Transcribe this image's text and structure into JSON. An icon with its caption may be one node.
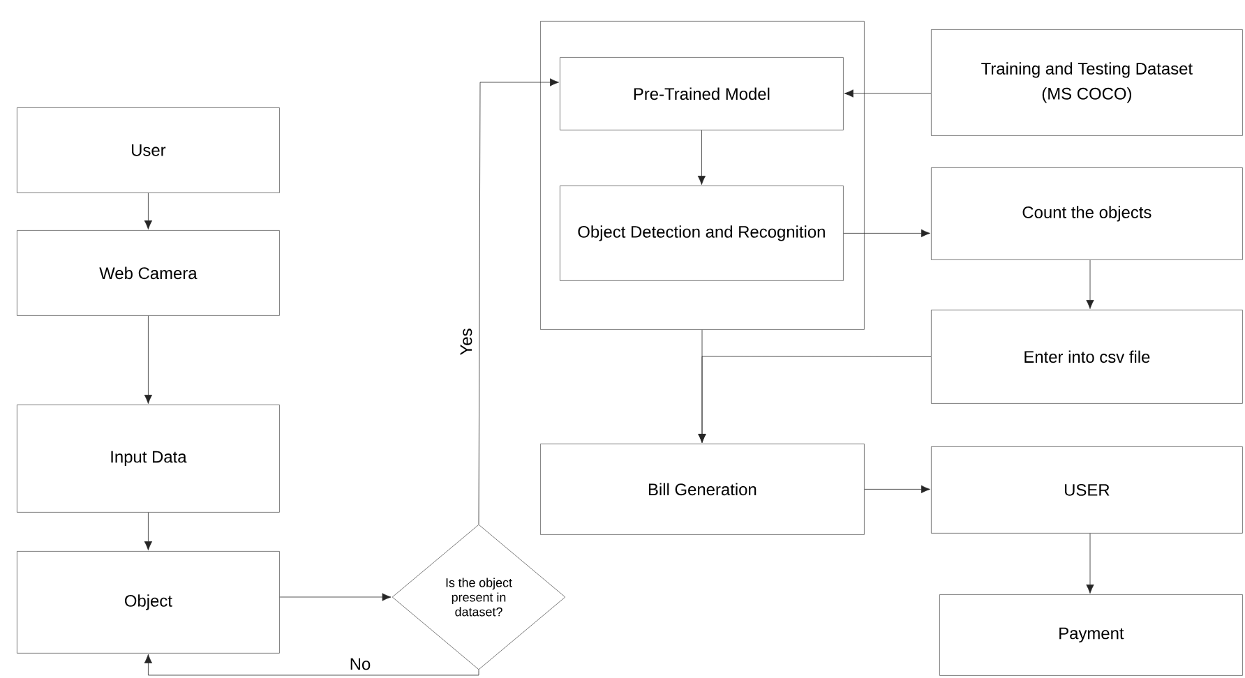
{
  "diagram": {
    "nodes": [
      {
        "text": [
          "User"
        ]
      },
      {
        "text": [
          "Web Camera"
        ]
      },
      {
        "text": [
          "Input Data"
        ]
      },
      {
        "text": [
          "Object"
        ]
      },
      {
        "text": [
          "Is the object present in dataset?"
        ]
      },
      {
        "text": [],
        "shape": "box"
      },
      {
        "text": [
          "Pre-Trained Model"
        ],
        "in": 5
      },
      {
        "text": [
          "Object Detection and Recognition"
        ],
        "in": 5
      },
      {
        "text": [
          "Training and Testing Dataset",
          "(MS COCO)"
        ]
      },
      {
        "text": [
          "Count the objects"
        ]
      },
      {
        "text": [
          "Enter into csv file"
        ]
      },
      {
        "text": [
          "Bill Generation"
        ]
      },
      {
        "text": [
          "USER"
        ]
      },
      {
        "text": [
          "Payment"
        ]
      }
    ],
    "edges": [
      {
        "from": 0,
        "to": 1,
        "arrow": "to"
      },
      {
        "from": 1,
        "to": 2,
        "arrow": "to"
      },
      {
        "from": 2,
        "to": 3,
        "arrow": "to"
      },
      {
        "from": 3,
        "to": 4,
        "arrow": "to"
      },
      {
        "from": 4,
        "to": 6,
        "arrow": "to",
        "label": "Yes"
      },
      {
        "from": 4,
        "to": 3,
        "arrow": "to",
        "label": "No"
      },
      {
        "from": 8,
        "to": 6,
        "arrow": "to"
      },
      {
        "from": 6,
        "to": 7,
        "arrow": "to"
      },
      {
        "from": 7,
        "to": 9,
        "arrow": "to"
      },
      {
        "from": 9,
        "to": 10,
        "arrow": "to"
      },
      {
        "from": 5,
        "to": 11,
        "arrow": "to"
      },
      {
        "from": 10,
        "to": 11,
        "arrow": "to"
      },
      {
        "from": 11,
        "to": 12,
        "arrow": "to"
      },
      {
        "from": 12,
        "to": 13,
        "arrow": "to"
      }
    ]
  }
}
